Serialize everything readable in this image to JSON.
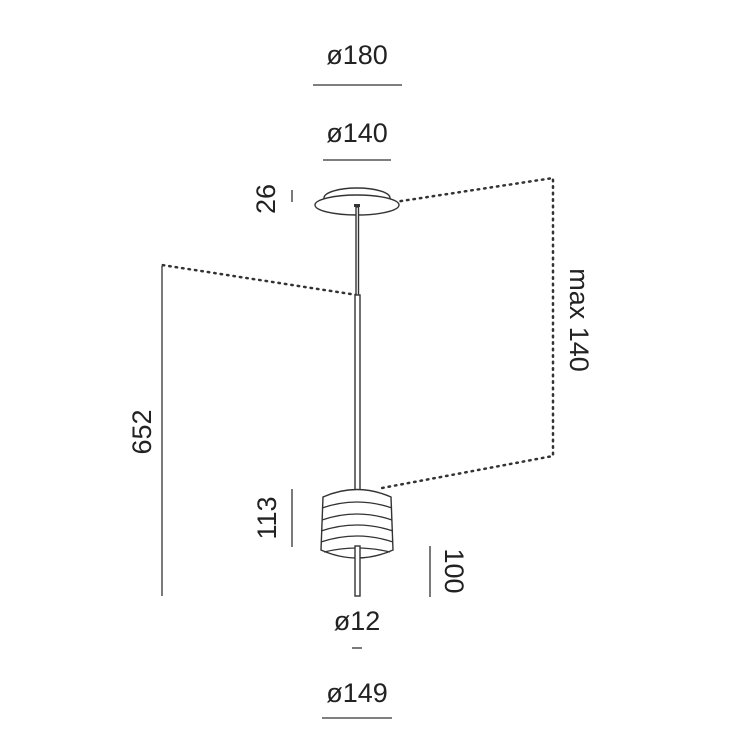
{
  "drawing": {
    "canopy_outer_diameter": "ø180",
    "canopy_inner_diameter": "ø140",
    "canopy_height": "26",
    "max_cable_length": "max 140",
    "overall_height": "652",
    "shade_height": "113",
    "rod_length": "100",
    "rod_diameter": "ø12",
    "shade_diameter": "ø149"
  }
}
